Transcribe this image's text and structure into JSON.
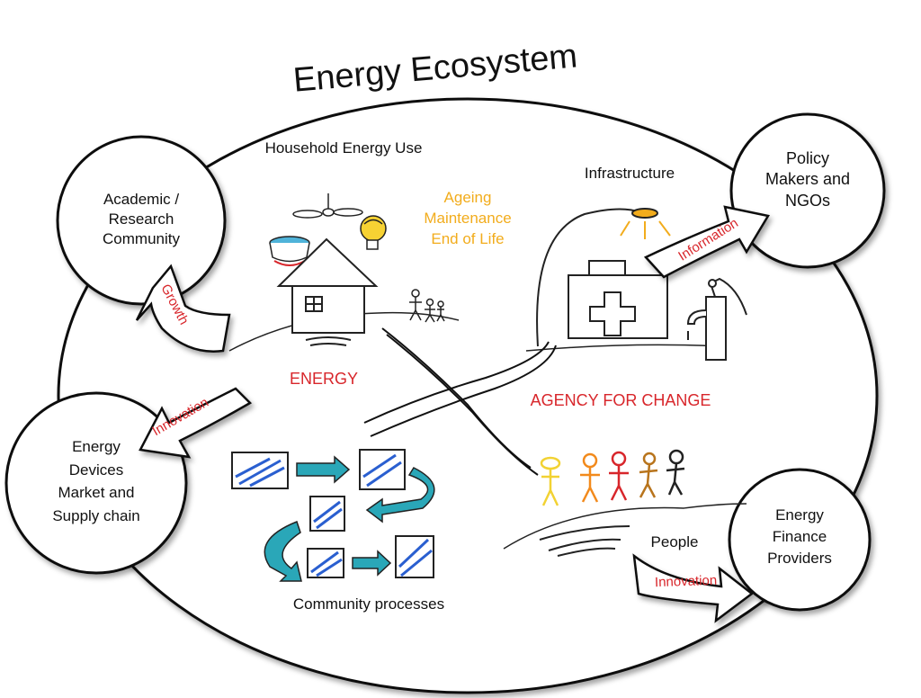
{
  "title": "Energy Ecosystem",
  "sections": {
    "household": "Household Energy Use",
    "infrastructure": "Infrastructure",
    "ageing": "Ageing\nMaintenance\nEnd of Life",
    "energy": "ENERGY",
    "agency": "AGENCY FOR CHANGE",
    "people": "People",
    "community": "Community processes"
  },
  "actors": {
    "academic": "Academic /\nResearch\nCommunity",
    "policy": "Policy\nMakers and\nNGOs",
    "devices": "Energy\nDevices\nMarket and\nSupply chain",
    "finance": "Energy\nFinance\nProviders"
  },
  "flows": {
    "growth": "Growth",
    "information": "Information",
    "innovation_left": "Innovation",
    "innovation_right": "Innovation"
  },
  "colors": {
    "accent_red": "#d8262b",
    "accent_orange": "#f2ac1c",
    "sketch_blue": "#2a5fd0",
    "teal": "#2aa7b8"
  }
}
